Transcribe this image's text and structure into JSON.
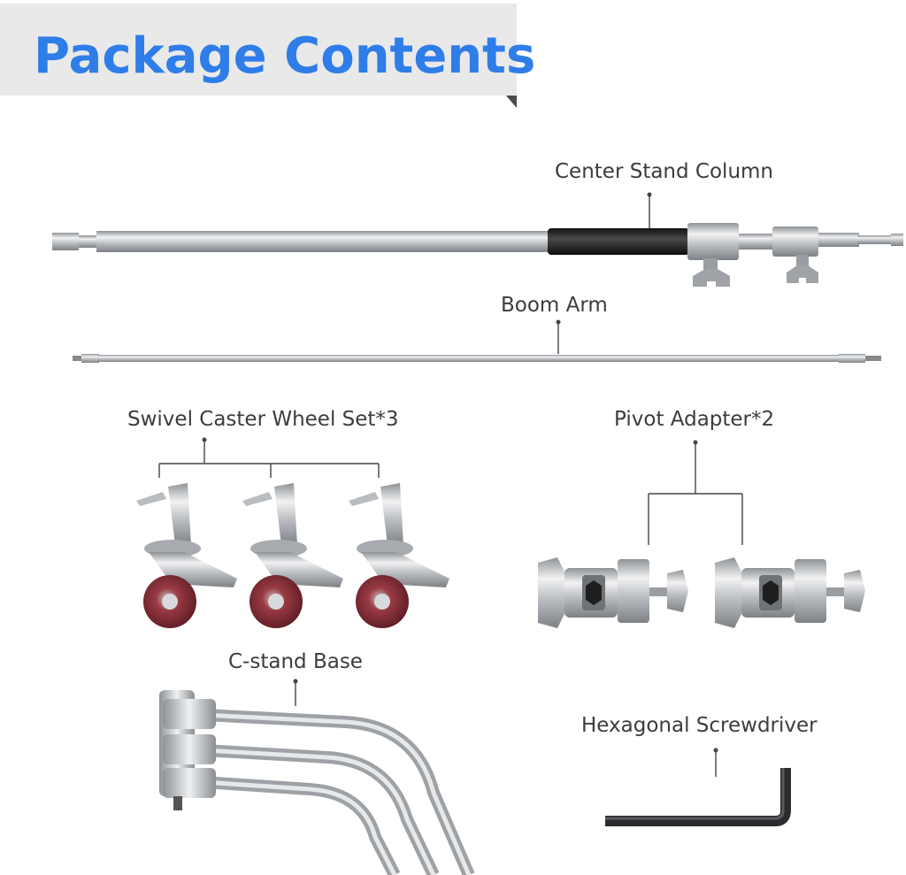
{
  "title": "Package Contents",
  "colors": {
    "title": "#2f7de8",
    "banner": "#e9e9ea",
    "steel": "#c3c6c9",
    "grip": "#2b2b2b",
    "wheel": "#8a2c35"
  },
  "items": {
    "center_stand_column": "Center Stand Column",
    "boom_arm": "Boom Arm",
    "caster_set": "Swivel Caster Wheel Set*3",
    "pivot_adapter": "Pivot Adapter*2",
    "base": "C-stand Base",
    "screwdriver": "Hexagonal Screwdriver"
  }
}
